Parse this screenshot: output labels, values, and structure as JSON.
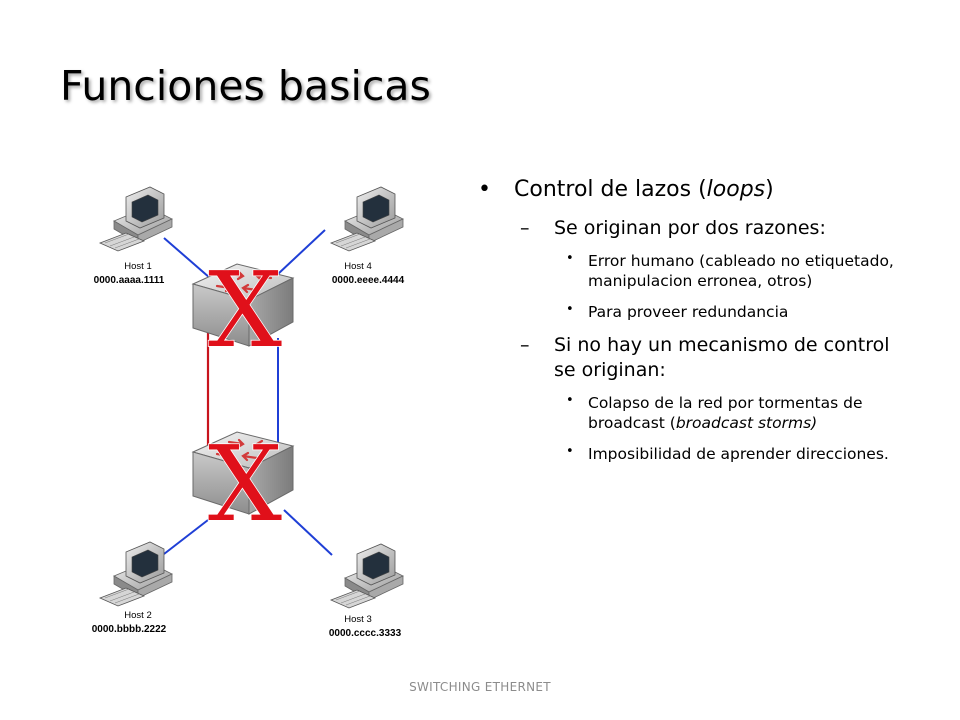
{
  "slide": {
    "title": "Funciones basicas",
    "footer": "SWITCHING ETHERNET"
  },
  "diagram": {
    "hosts": [
      {
        "name": "Host 1",
        "mac": "0000.aaaa.1111"
      },
      {
        "name": "Host 4",
        "mac": "0000.eeee.4444"
      },
      {
        "name": "Host 2",
        "mac": "0000.bbbb.2222"
      },
      {
        "name": "Host 3",
        "mac": "0000.cccc.3333"
      }
    ],
    "cross_mark": "X",
    "link_colors": {
      "normal": "#1f3fd6",
      "loop": "#c8141e"
    },
    "cross_color": "#e0101a"
  },
  "content": {
    "b1_main": "Control de lazos (",
    "b1_em": "loops",
    "b1_end": ")",
    "b2": "Se originan por dos razones:",
    "b2a": "Error humano (cableado no etiquetado, manipulacion erronea, otros)",
    "b2b": "Para proveer redundancia",
    "b3": "Si no hay un mecanismo de control se originan:",
    "b3a_main": "Colapso de la red por tormentas de broadcast (",
    "b3a_em": "broadcast storms)",
    "b3b": "Imposibilidad de aprender direcciones."
  }
}
